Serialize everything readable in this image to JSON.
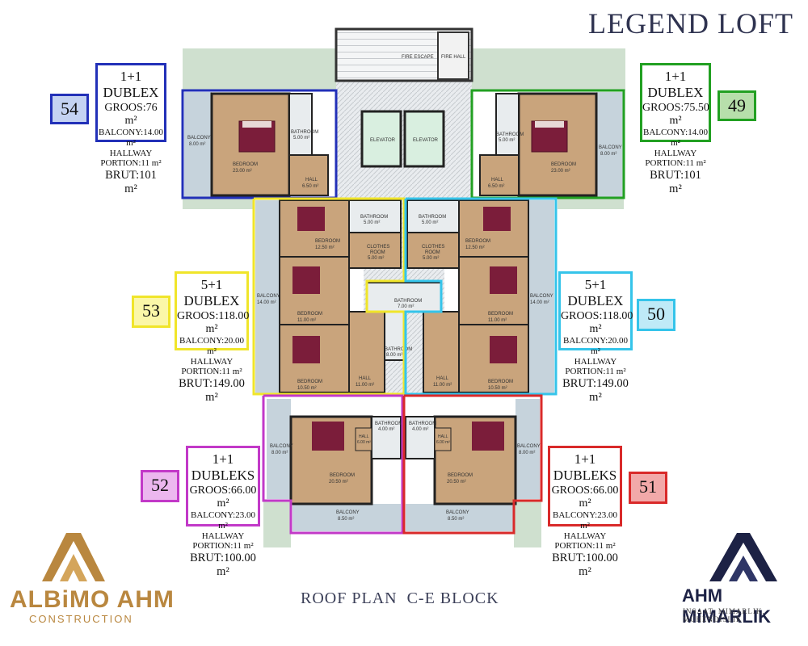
{
  "title": "LEGEND LOFT",
  "plan_caption": "ROOF PLAN  C-E BLOCK",
  "colors": {
    "u54": "#2230b8",
    "u49": "#22a022",
    "u53": "#f0e52a",
    "u50": "#35c4ea",
    "u52": "#c239c8",
    "u51": "#d92a2a",
    "floor": "#c9a47c",
    "balcony": "#c6d3dc",
    "core": "#e4e6e7",
    "lawn": "#cfe0cf"
  },
  "units": {
    "u54": {
      "number": "54",
      "heading": "1+1 DUBLEX",
      "groos": "GROOS:76 m²",
      "balcony": "BALCONY:14.00 m²",
      "hallway": "HALLWAY PORTION:11 m²",
      "brut": "BRUT:101 m²"
    },
    "u49": {
      "number": "49",
      "heading": "1+1 DUBLEX",
      "groos": "GROOS:75.50 m²",
      "balcony": "BALCONY:14.00 m²",
      "hallway": "HALLWAY PORTION:11 m²",
      "brut": "BRUT:101 m²"
    },
    "u53": {
      "number": "53",
      "heading": "5+1 DUBLEX",
      "groos": "GROOS:118.00 m²",
      "balcony": "BALCONY:20.00 m²",
      "hallway": "HALLWAY PORTION:11 m²",
      "brut": "BRUT:149.00 m²"
    },
    "u50": {
      "number": "50",
      "heading": "5+1 DUBLEX",
      "groos": "GROOS:118.00 m²",
      "balcony": "BALCONY:20.00 m²",
      "hallway": "HALLWAY PORTION:11 m²",
      "brut": "BRUT:149.00 m²"
    },
    "u52": {
      "number": "52",
      "heading": "1+1 DUBLEKS",
      "groos": "GROOS:66.00 m²",
      "balcony": "BALCONY:23.00 m²",
      "hallway": "HALLWAY PORTION:11 m²",
      "brut": "BRUT:100.00 m²"
    },
    "u51": {
      "number": "51",
      "heading": "1+1 DUBLEKS",
      "groos": "GROOS:66.00 m²",
      "balcony": "BALCONY:23.00 m²",
      "hallway": "HALLWAY PORTION:11 m²",
      "brut": "BRUT:100.00 m²"
    }
  },
  "rooms": {
    "fire_escape": "FIRE ESCAPE",
    "fire_hall": "FIRE HALL",
    "elevator": "ELEVATOR",
    "balcony": "BALCONY",
    "bedroom": "BEDROOM",
    "bathroom": "BATHROOM",
    "hall": "HALL",
    "clothes_room": "CLOTHES",
    "clothes_room_2": "ROOM",
    "a_8_00": "8.00 m²",
    "a_23_00": "23.00 m²",
    "a_5_00": "5.00 m²",
    "a_6_50": "6.50 m²",
    "a_12_50": "12.50 m²",
    "a_14_00": "14.00 m²",
    "a_11_00": "11.00 m²",
    "a_7_00": "7.00 m²",
    "a_10_50": "10.50 m²",
    "a_4_00": "4.00 m²",
    "a_6_00": "6.00 m²",
    "a_20_50": "20.50 m²",
    "a_8_50": "8.50 m²"
  },
  "logos": {
    "left_name": "ALBiMO AHM",
    "left_sub": "CONSTRUCTION",
    "right_name": "AHM MiMARLIK",
    "right_sub": "INSAAT. MIMARLIK. MUHENDISLIK"
  }
}
